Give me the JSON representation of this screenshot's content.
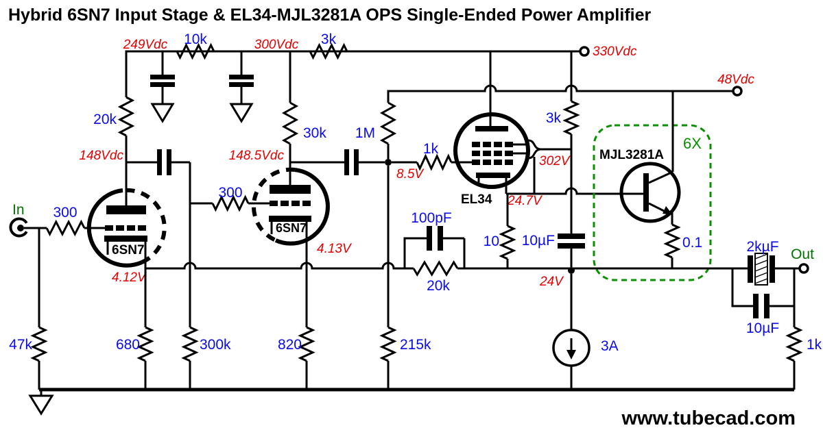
{
  "title": "Hybrid 6SN7 Input Stage & EL34-MJL3281A OPS Single-Ended Power Amplifier",
  "watermark": "www.tubecad.com",
  "colors": {
    "value_blue": "#0A0AEE",
    "voltage_red": "#E40000",
    "signal_green": "#007200",
    "multiplier_green": "#089000",
    "wire_black": "#000000"
  },
  "io": {
    "input_label": "In",
    "output_label": "Out"
  },
  "power_supply": {
    "v_node1": "249Vdc",
    "v_node2": "300Vdc",
    "v_node3": "330Vdc",
    "v_node4": "48Vdc",
    "r_filter1": "10k",
    "r_filter2": "3k"
  },
  "input_stage": {
    "tube": "6SN7",
    "r_grid_stopper": "300",
    "r_plate": "20k",
    "r_cathode": "680",
    "r_input_load": "47k",
    "v_plate": "148Vdc",
    "v_cathode": "4.12V"
  },
  "second_stage": {
    "tube": "6SN7",
    "r_grid_stopper": "300",
    "r_plate": "30k",
    "r_cathode": "820",
    "r_grid_leak": "300k",
    "v_plate": "148.5Vdc",
    "v_cathode": "4.13V"
  },
  "driver_stage": {
    "tube": "EL34",
    "r_grid_stopper": "1k",
    "r_bias_upper": "1M",
    "r_bias_lower": "215k",
    "r_screen": "3k",
    "c_screen": "10µF",
    "r_cathode": "10",
    "v_grid": "8.5V",
    "v_screen": "302V",
    "v_cathode": "24.7V"
  },
  "output_stage": {
    "transistor": "MJL3281A",
    "multiplier": "6X",
    "r_emitter": "0.1",
    "current_source": "3A",
    "v_output": "24V"
  },
  "feedback": {
    "r_fb": "20k",
    "c_fb": "100pF"
  },
  "output_network": {
    "c_out_main": "2kµF",
    "c_out_small": "10µF",
    "r_load": "1k"
  }
}
